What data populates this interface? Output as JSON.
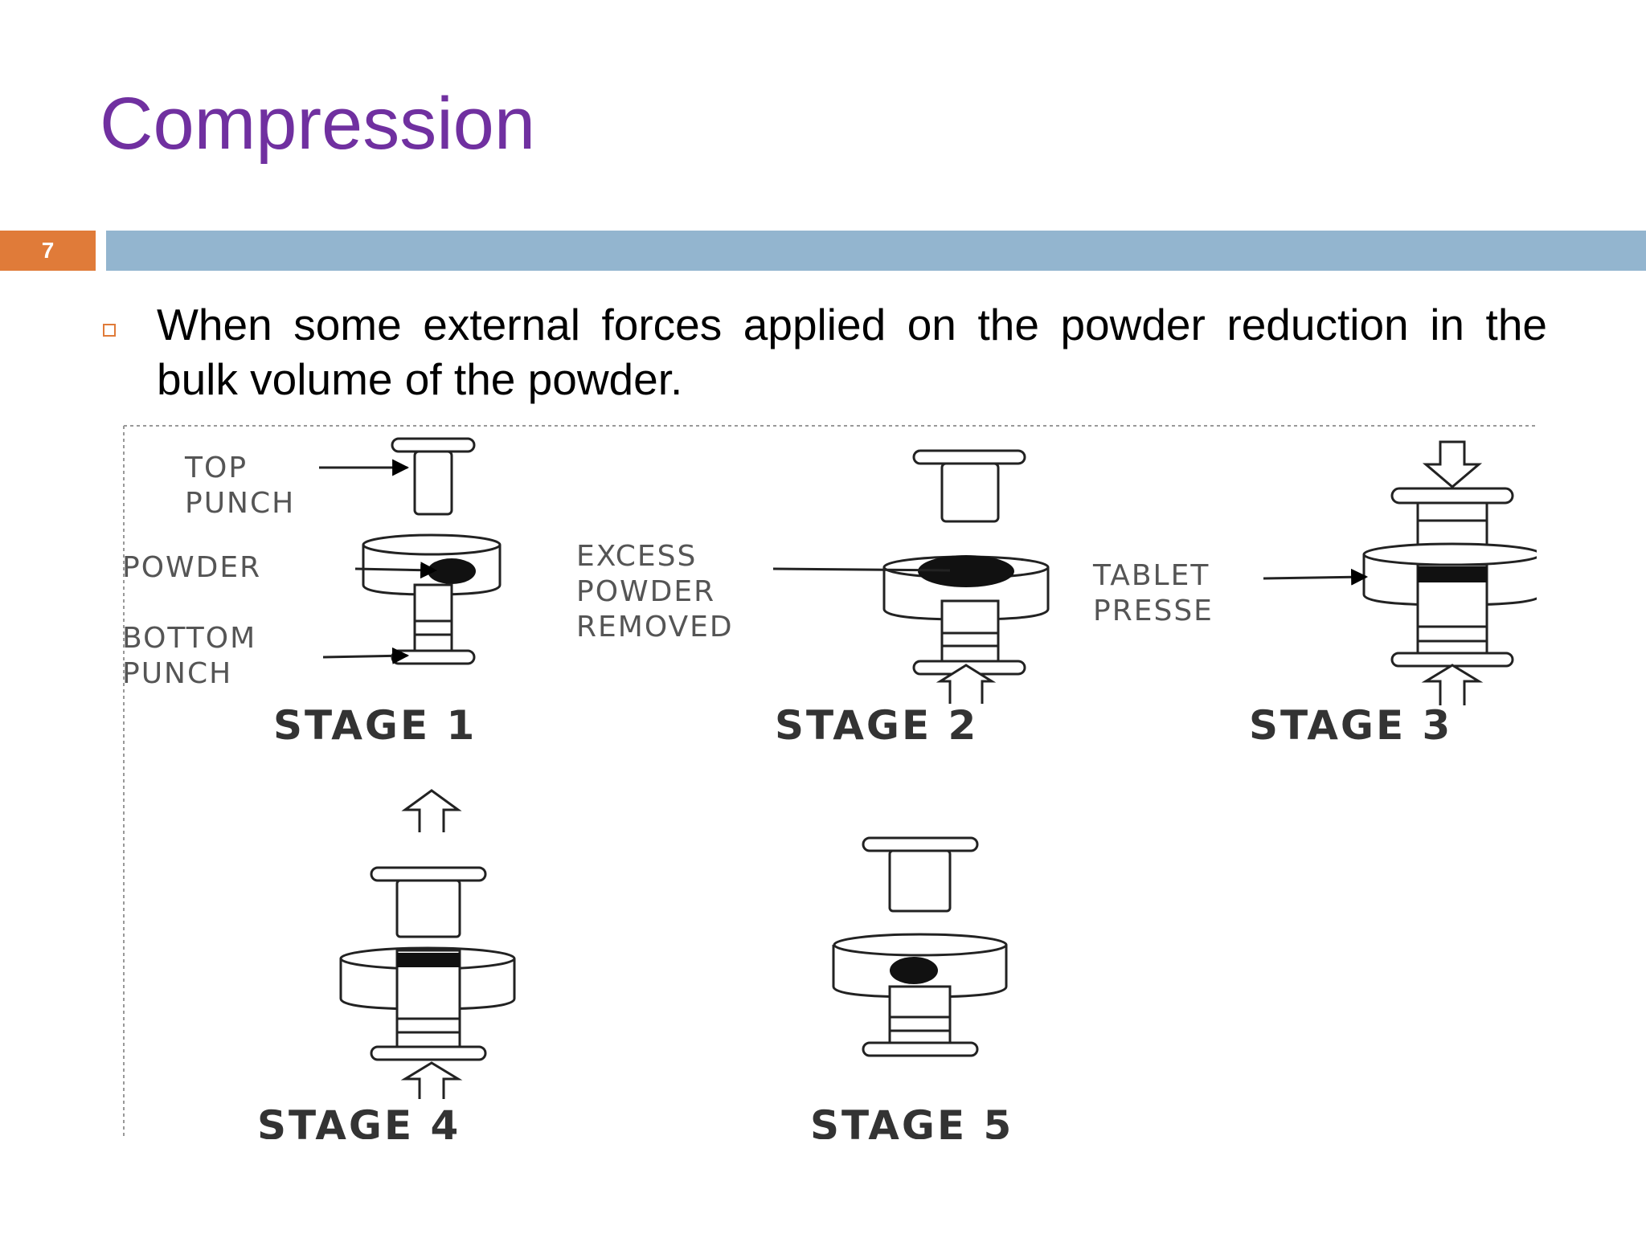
{
  "slide": {
    "title": "Compression",
    "number": "7",
    "bullet": "When some external forces applied on the powder reduction in the bulk volume of the  powder."
  },
  "figure": {
    "labels": {
      "top_punch": [
        "TOP",
        "PUNCH"
      ],
      "powder": "POWDER",
      "bottom_punch": [
        "BOTTOM",
        "PUNCH"
      ],
      "excess": [
        "EXCESS",
        "POWDER",
        "REMOVED"
      ],
      "tablet": [
        "TABLET",
        "PRESSE"
      ]
    },
    "stages": [
      "STAGE 1",
      "STAGE 2",
      "STAGE 3",
      "STAGE 4",
      "STAGE 5"
    ]
  },
  "colors": {
    "title": "#7030a0",
    "accent": "#e07b39",
    "bar": "#93b5cf"
  }
}
